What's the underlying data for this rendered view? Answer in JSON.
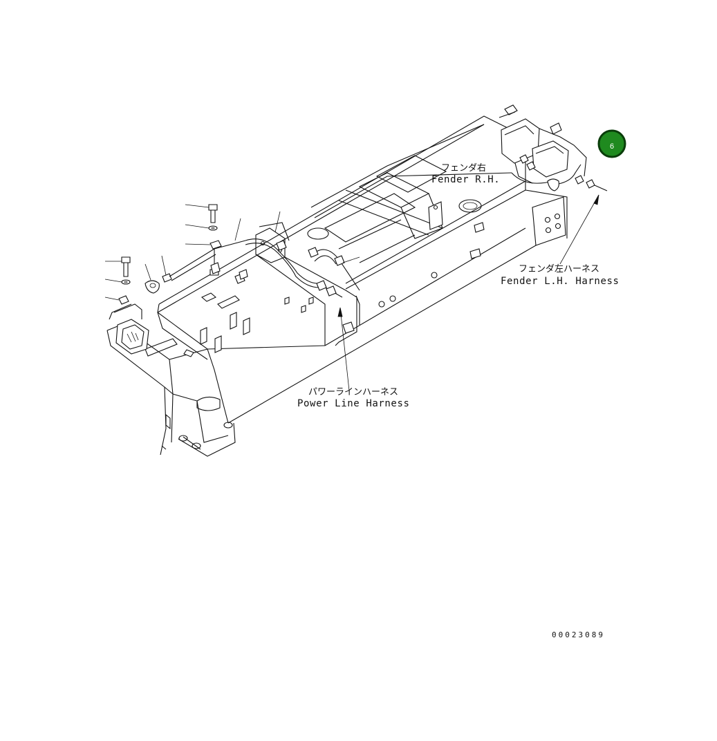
{
  "labels": {
    "fender_rh_jp": "フェンダ右",
    "fender_rh_en": "Fender R.H.",
    "fender_lh_harness_jp": "フェンダ左ハーネス",
    "fender_lh_harness_en": "Fender L.H. Harness",
    "power_line_harness_jp": "パワーラインハーネス",
    "power_line_harness_en": "Power Line Harness"
  },
  "badge": {
    "number": "6",
    "color": "#1f8a1f"
  },
  "reference_number": "00023089"
}
